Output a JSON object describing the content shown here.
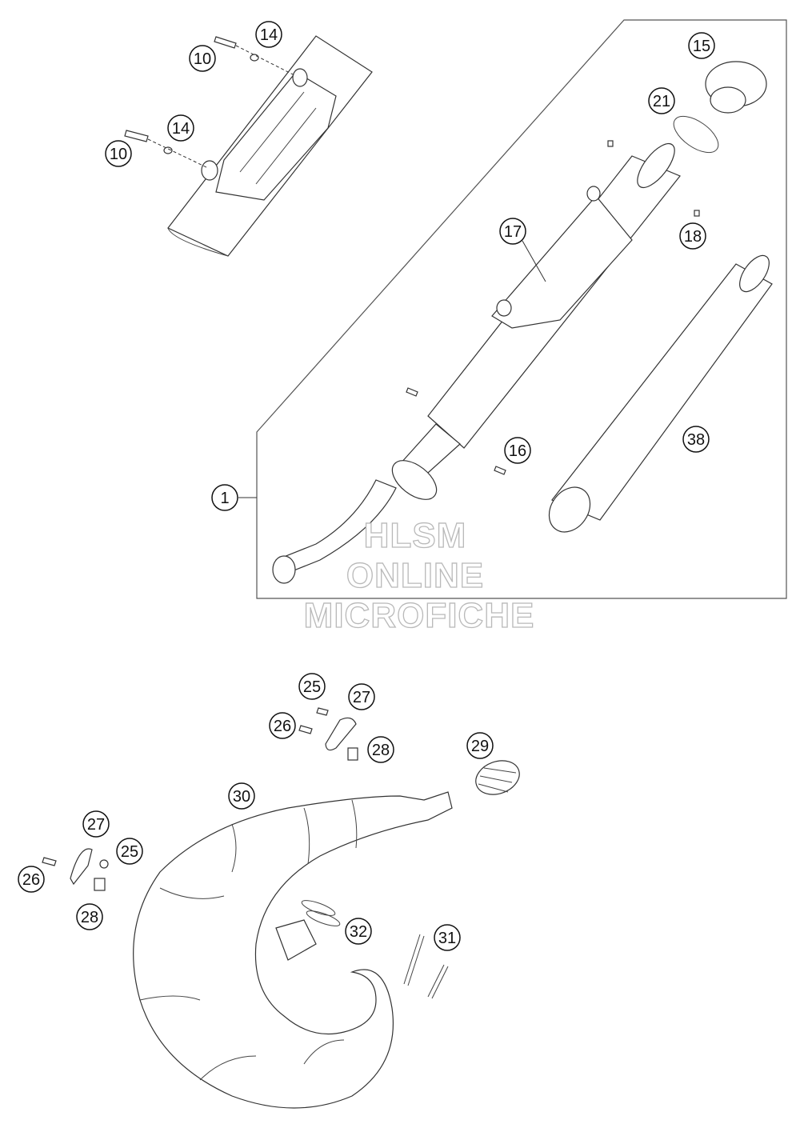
{
  "watermark": {
    "line1": "HLSM",
    "line2": "ONLINE",
    "line3": "MICROFICHE"
  },
  "callouts": {
    "c10a": "10",
    "c14a": "14",
    "c10b": "10",
    "c14b": "14",
    "c15": "15",
    "c21": "21",
    "c17": "17",
    "c18": "18",
    "c16": "16",
    "c38": "38",
    "c1": "1",
    "c25a": "25",
    "c27a": "27",
    "c26a": "26",
    "c28a": "28",
    "c29": "29",
    "c30": "30",
    "c27b": "27",
    "c25b": "25",
    "c26b": "26",
    "c28b": "28",
    "c32": "32",
    "c31": "31"
  },
  "colors": {
    "line": "#333333",
    "frame": "#555555",
    "callout_fill": "#ffffff"
  }
}
